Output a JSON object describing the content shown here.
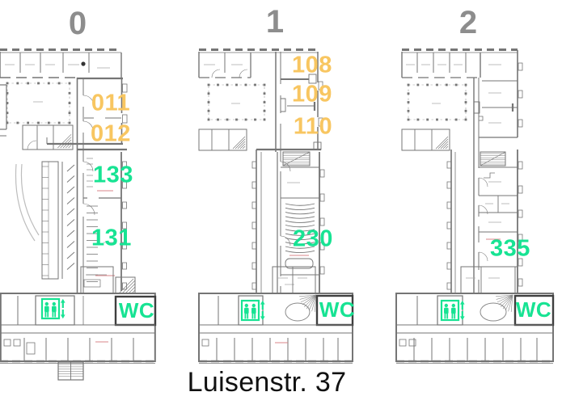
{
  "title": "Luisenstr. 37",
  "colors": {
    "orange": "#F8C661",
    "green": "#17E393",
    "floor_number_gray": "#8D8D8D",
    "plan_line_gray": "#757575",
    "detail_red": "#D9848A",
    "title_black": "#111111",
    "background": "#FFFFFF"
  },
  "icons": {
    "elevator": "elevator-two-persons-up-down-arrows-icon"
  },
  "floors": [
    {
      "number": "0",
      "rooms": [
        {
          "label": "011",
          "color": "#F8C661"
        },
        {
          "label": "012",
          "color": "#F8C661"
        },
        {
          "label": "133",
          "color": "#17E393"
        },
        {
          "label": "131",
          "color": "#17E393"
        }
      ],
      "wc": "WC"
    },
    {
      "number": "1",
      "rooms": [
        {
          "label": "108",
          "color": "#F8C661"
        },
        {
          "label": "109",
          "color": "#F8C661"
        },
        {
          "label": "110",
          "color": "#F8C661"
        },
        {
          "label": "230",
          "color": "#17E393"
        }
      ],
      "wc": "WC"
    },
    {
      "number": "2",
      "rooms": [
        {
          "label": "335",
          "color": "#17E393"
        }
      ],
      "wc": "WC"
    }
  ]
}
